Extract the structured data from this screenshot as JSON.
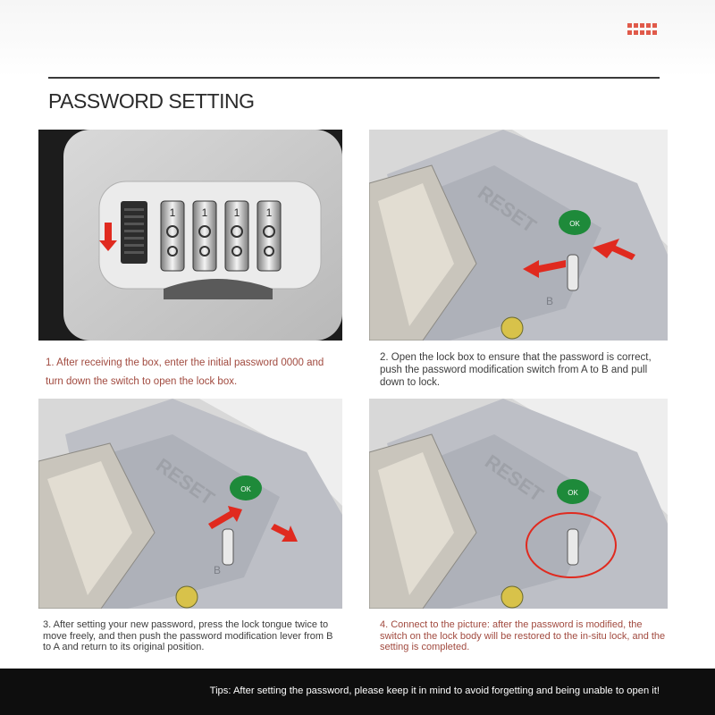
{
  "header": {
    "title": "PASSWORD SETTING",
    "accent_color": "#e05a4a"
  },
  "steps": [
    {
      "caption": "1. After receiving the box, enter the initial password 0000 and turn down the switch to open the lock box.",
      "caption_color": "#a14a3f"
    },
    {
      "caption": "2. Open the lock box to ensure that the password is correct, push the password modification switch from A to B and pull down to lock.",
      "caption_color": "#3c3c3c"
    },
    {
      "caption": "3. After setting your new password, press the lock tongue twice to move freely, and then push the password modification lever from B to A and return to its original position.",
      "caption_color": "#3c3c3c"
    },
    {
      "caption": "4. Connect to the picture: after the password is modified, the switch on the lock body will be restored to the in-situ lock, and the setting is completed.",
      "caption_color": "#a14a3f"
    }
  ],
  "photo_labels": {
    "reset": "RESET",
    "sticker": "OK",
    "position_b": "B",
    "digits": [
      "1",
      "1",
      "1",
      "1"
    ]
  },
  "tips": "Tips: After setting the password, please keep it in mind to avoid forgetting and being unable to open it!",
  "icons": [
    "red-arrow-icon",
    "red-circle-highlight-icon"
  ]
}
